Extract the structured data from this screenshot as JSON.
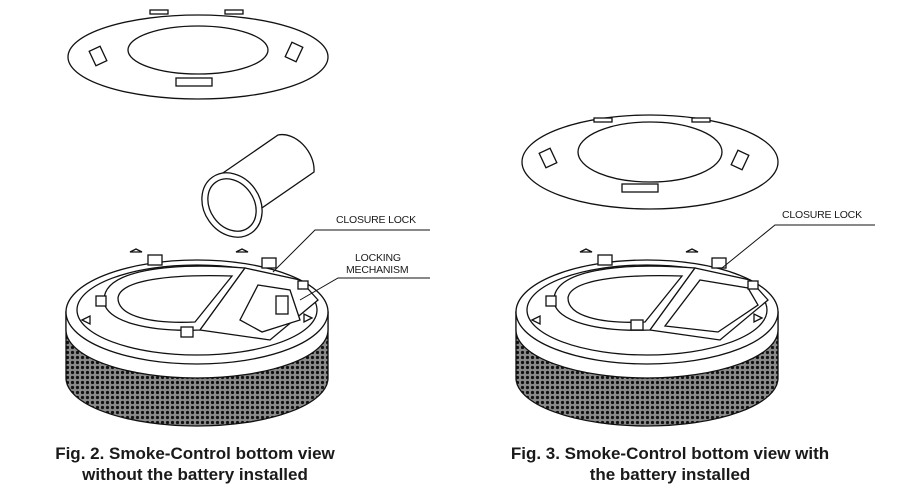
{
  "figures": [
    {
      "labels": {
        "closure_lock": "CLOSURE LOCK",
        "locking_line1": "LOCKING",
        "locking_line2": "MECHANISM"
      },
      "caption_line1": "Fig. 2. Smoke-Control bottom view",
      "caption_line2": "without the battery installed"
    },
    {
      "labels": {
        "closure_lock": "CLOSURE LOCK"
      },
      "caption_line1": "Fig. 3. Smoke-Control bottom view with",
      "caption_line2": "the battery installed"
    }
  ]
}
